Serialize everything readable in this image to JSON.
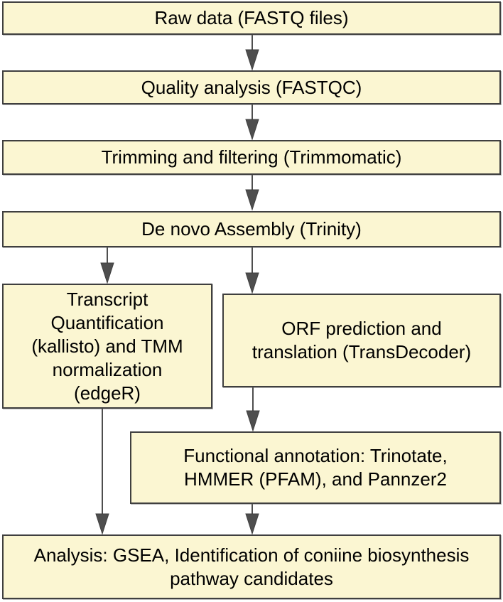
{
  "diagram": {
    "type": "flowchart",
    "description": "RNA-seq bioinformatics pipeline flowchart",
    "colors": {
      "node_fill": "#fbf6d2",
      "node_border": "#3f3f3f",
      "arrow": "#4e4e4e",
      "text": "#000000",
      "background": "#ffffff"
    },
    "nodes": {
      "raw": {
        "label": "Raw data (FASTQ files)",
        "lines": [
          "Raw data (FASTQ files)"
        ]
      },
      "quality": {
        "label": "Quality analysis (FASTQC)",
        "lines": [
          "Quality analysis (FASTQC)"
        ]
      },
      "trimming": {
        "label": "Trimming and filtering (Trimmomatic)",
        "lines": [
          "Trimming and filtering (Trimmomatic)"
        ]
      },
      "assembly": {
        "label": "De novo Assembly (Trinity)",
        "lines": [
          "De novo Assembly (Trinity)"
        ]
      },
      "transcript": {
        "label": "Transcript Quantification (kallisto) and TMM normalization (edgeR)",
        "lines": [
          "Transcript",
          "Quantification",
          "(kallisto) and TMM",
          "normalization",
          "(edgeR)"
        ]
      },
      "orf": {
        "label": "ORF prediction and translation (TransDecoder)",
        "lines": [
          "ORF prediction and",
          "translation (TransDecoder)"
        ]
      },
      "functional": {
        "label": "Functional annotation: Trinotate, HMMER (PFAM), and Pannzer2",
        "lines": [
          "Functional annotation: Trinotate,",
          "HMMER (PFAM), and Pannzer2"
        ]
      },
      "analysis": {
        "label": "Analysis: GSEA, Identification of coniine biosynthesis pathway candidates",
        "lines": [
          "Analysis: GSEA, Identification of coniine biosynthesis",
          "pathway candidates"
        ]
      }
    },
    "edges": [
      {
        "from": "raw",
        "to": "quality"
      },
      {
        "from": "quality",
        "to": "trimming"
      },
      {
        "from": "trimming",
        "to": "assembly"
      },
      {
        "from": "assembly",
        "to": "transcript"
      },
      {
        "from": "assembly",
        "to": "orf"
      },
      {
        "from": "orf",
        "to": "functional"
      },
      {
        "from": "transcript",
        "to": "analysis"
      },
      {
        "from": "functional",
        "to": "analysis"
      }
    ]
  }
}
